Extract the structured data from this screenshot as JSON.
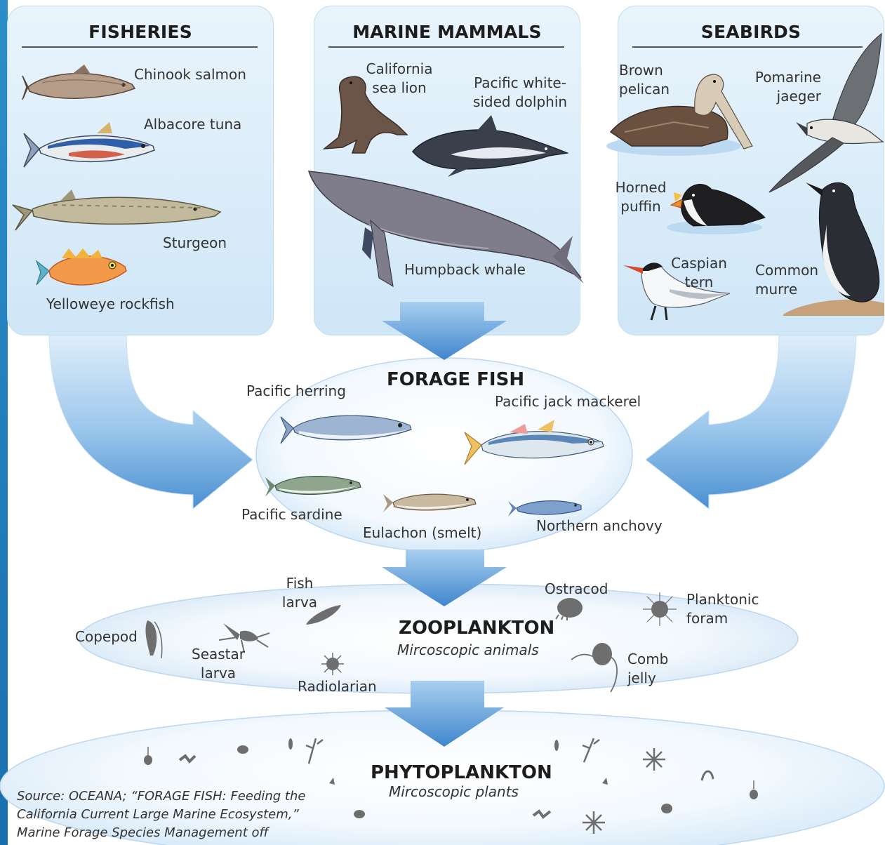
{
  "panels": {
    "fisheries": {
      "title": "FISHERIES",
      "species": [
        "Chinook salmon",
        "Albacore tuna",
        "Sturgeon",
        "Yelloweye rockfish"
      ]
    },
    "marine_mammals": {
      "title": "MARINE MAMMALS",
      "species": [
        "California\nsea lion",
        "Pacific white-\nsided dolphin",
        "Humpback whale"
      ]
    },
    "seabirds": {
      "title": "SEABIRDS",
      "species": [
        "Brown\npelican",
        "Pomarine\njaeger",
        "Horned\npuffin",
        "Caspian\ntern",
        "Common\nmurre"
      ]
    }
  },
  "forage_fish": {
    "title": "FORAGE FISH",
    "species": [
      "Pacific herring",
      "Pacific jack mackerel",
      "Pacific sardine",
      "Eulachon (smelt)",
      "Northern anchovy"
    ]
  },
  "zooplankton": {
    "title": "ZOOPLANKTON",
    "subtitle": "Mircoscopic animals",
    "species": [
      "Fish\nlarva",
      "Ostracod",
      "Planktonic\nforam",
      "Copepod",
      "Seastar\nlarva",
      "Radiolarian",
      "Comb\njelly"
    ]
  },
  "phytoplankton": {
    "title": "PHYTOPLANKTON",
    "subtitle": "Mircoscopic plants"
  },
  "source": "Source: OCEANA; “FORAGE FISH: Feeding the California Current Large Marine Ecosystem,” Marine Forage Species Management off",
  "colors": {
    "panel_light": "#e9f4fc",
    "panel_dark": "#cfe6f7",
    "arrow_dark": "#4a90d2",
    "arrow_light": "#d7e9f8",
    "creature_gray": "#6e6e6e",
    "left_edge": "#2c8fc9"
  }
}
